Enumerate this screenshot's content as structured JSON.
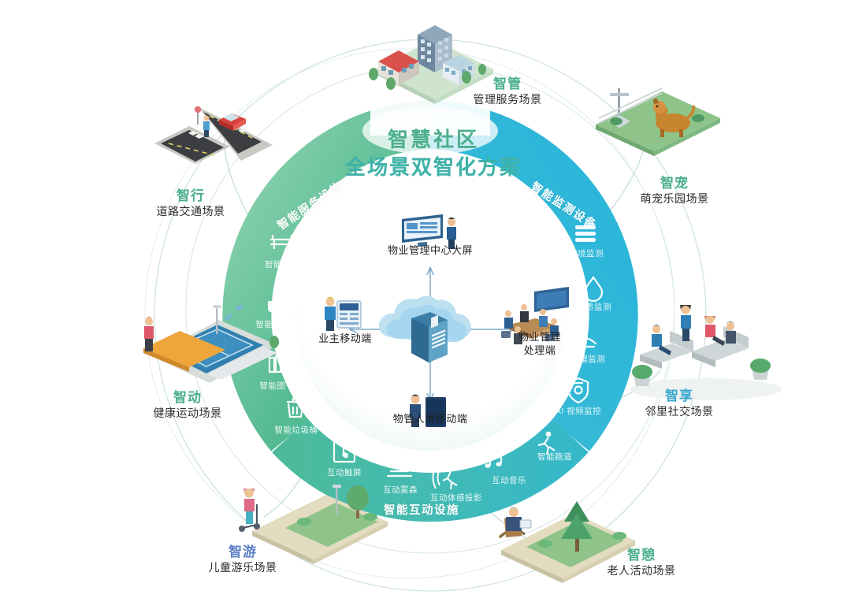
{
  "title": {
    "line1": "智慧社区",
    "line2": "全场景双智化方案"
  },
  "colors": {
    "green": "#55b98f",
    "green_dark": "#3fae86",
    "blue": "#2bb6d8",
    "blue_dark": "#1fa8cf",
    "teal_mid": "#45b8b0",
    "label_green": "#4aaf8c",
    "label_blue": "#3aa8cf",
    "label_purple": "#5b7fc4",
    "arrow": "#7fa8c9",
    "outer_ring_line": "#cfe3e0"
  },
  "hub": {
    "center_icon": "cloud-storage-icon",
    "nodes": [
      {
        "id": "top",
        "label": "物业管理中心大屏",
        "icon": "big-screen-icon"
      },
      {
        "id": "left",
        "label": "业主移动端",
        "icon": "mobile-owner-icon"
      },
      {
        "id": "right",
        "label": "物业管理\n处理端",
        "label_l1": "物业管理",
        "label_l2": "处理端",
        "icon": "management-desk-icon"
      },
      {
        "id": "bottom",
        "label": "物管人员移动端",
        "icon": "mobile-staff-icon"
      }
    ]
  },
  "ring_sections": [
    {
      "id": "service",
      "header": "智能服务设施",
      "color": "#55b98f",
      "items": [
        {
          "label": "智能座椅",
          "icon": "bench-icon"
        },
        {
          "label": "智能洗手池",
          "icon": "sink-icon"
        },
        {
          "label": "智能图书馆",
          "icon": "books-icon"
        },
        {
          "label": "智能垃圾桶",
          "icon": "trash-icon"
        }
      ]
    },
    {
      "id": "monitor",
      "header": "智能监测设备",
      "color": "#2bb6d8",
      "items": [
        {
          "label": "环境监测",
          "icon": "environment-monitor-icon"
        },
        {
          "label": "水质监测",
          "icon": "water-drop-icon"
        },
        {
          "label": "土壤监测",
          "icon": "soil-icon"
        },
        {
          "label": "AI 视频监控",
          "icon": "cctv-icon"
        }
      ]
    },
    {
      "id": "interactive",
      "header": "智能互动设施",
      "color": "#45b8b0",
      "items": [
        {
          "label": "互动触屏",
          "icon": "touch-screen-icon"
        },
        {
          "label": "互动雾森",
          "icon": "mist-icon"
        },
        {
          "label": "互动体感投影",
          "icon": "motion-projection-icon"
        },
        {
          "label": "互动音乐",
          "icon": "music-note-icon"
        },
        {
          "label": "智能跑道",
          "icon": "runner-icon"
        }
      ]
    }
  ],
  "scenes": [
    {
      "id": "zhiguan",
      "big": "智管",
      "sub": "管理服务场景",
      "tone": "green",
      "art": "buildings-isometric"
    },
    {
      "id": "zhichong",
      "big": "智宠",
      "sub": "萌宠乐园场景",
      "tone": "green",
      "art": "pet-park-isometric"
    },
    {
      "id": "zhixiang",
      "big": "智享",
      "sub": "邻里社交场景",
      "tone": "blue",
      "art": "neighbors-bench-isometric"
    },
    {
      "id": "zhiqi",
      "big": "智憩",
      "sub": "老人活动场景",
      "tone": "green",
      "art": "elderly-rocking-isometric"
    },
    {
      "id": "zhiyou",
      "big": "智游",
      "sub": "儿童游乐场景",
      "tone": "purple",
      "art": "kids-playground-isometric"
    },
    {
      "id": "zhidong",
      "big": "智动",
      "sub": "健康运动场景",
      "tone": "green",
      "art": "sports-court-isometric"
    },
    {
      "id": "zhixing",
      "big": "智行",
      "sub": "道路交通场景",
      "tone": "green",
      "art": "crossroad-isometric"
    }
  ]
}
